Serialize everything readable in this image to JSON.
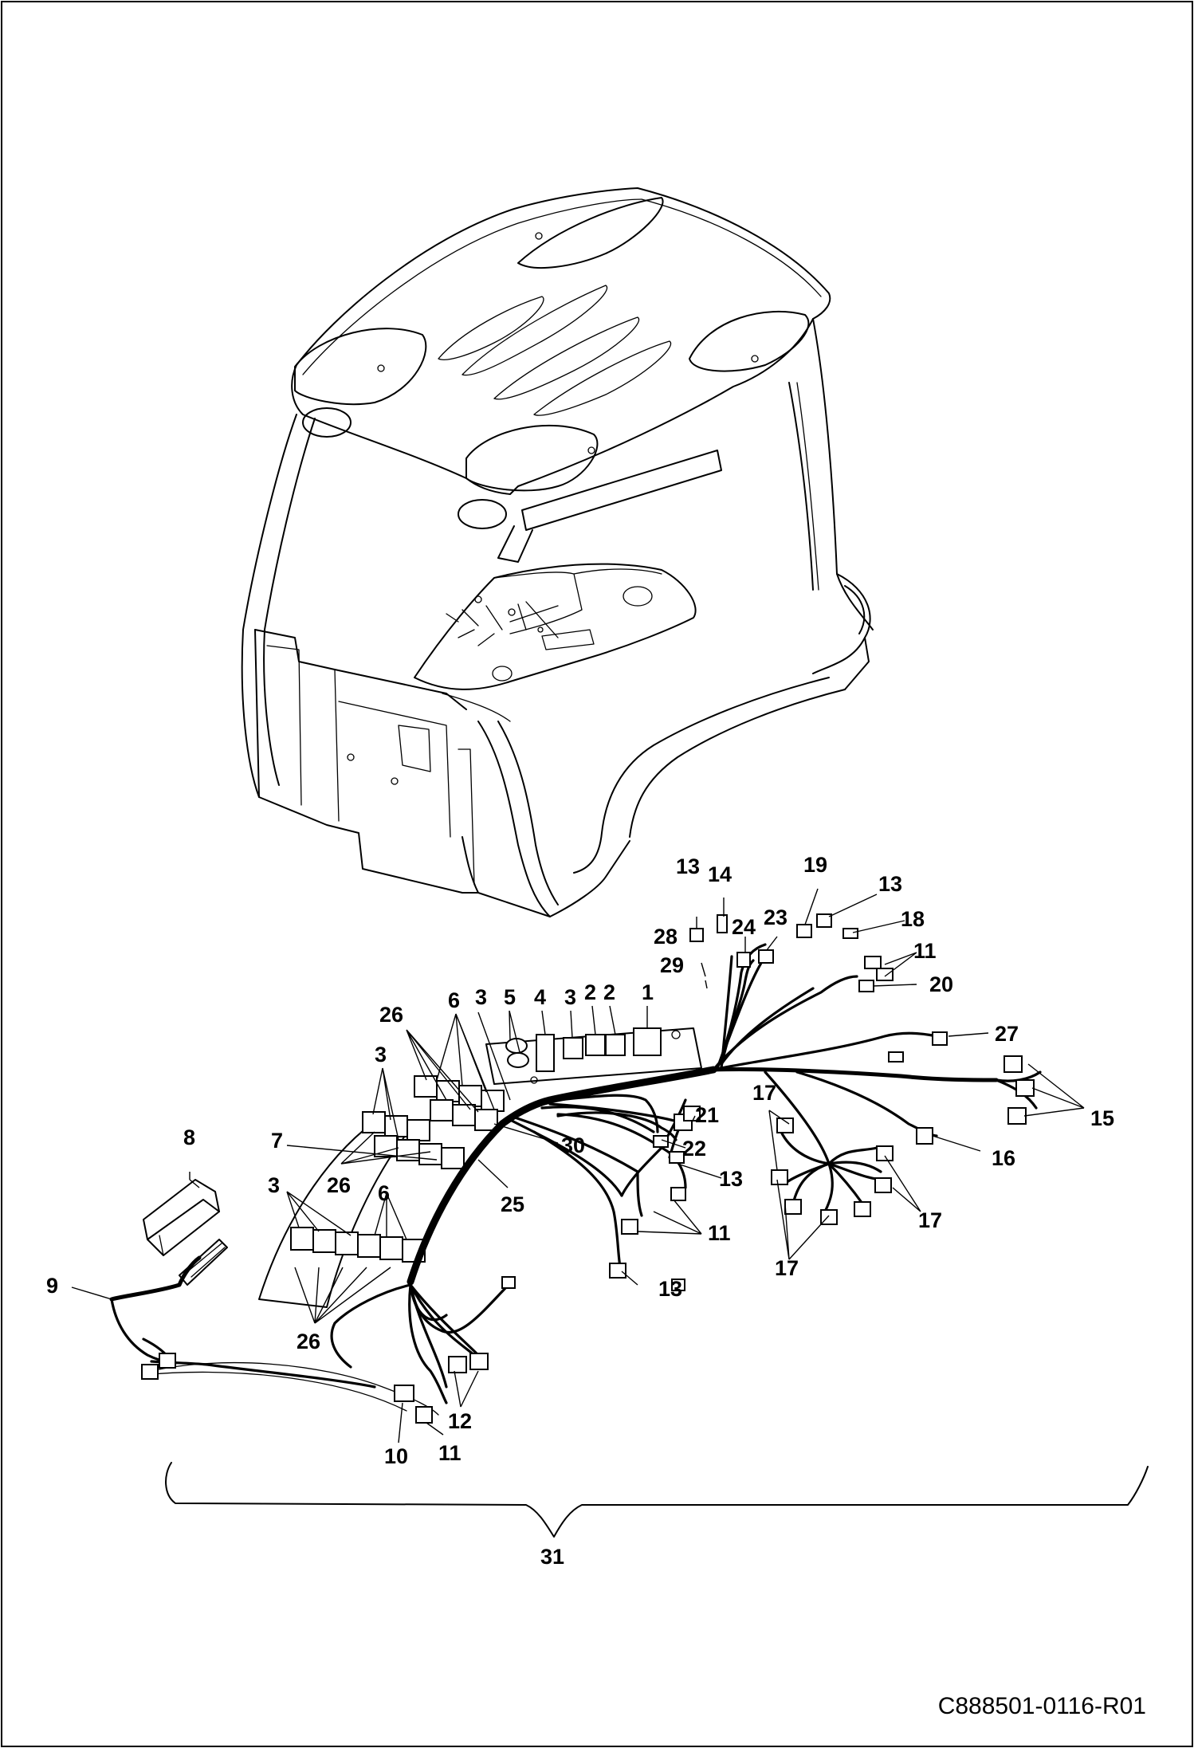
{
  "drawing_id": "C888501-0116-R01",
  "callouts": [
    {
      "id": "c13a",
      "text": "13"
    },
    {
      "id": "c14",
      "text": "14"
    },
    {
      "id": "c19",
      "text": "19"
    },
    {
      "id": "c13b",
      "text": "13"
    },
    {
      "id": "c18",
      "text": "18"
    },
    {
      "id": "c24",
      "text": "24"
    },
    {
      "id": "c23",
      "text": "23"
    },
    {
      "id": "c28",
      "text": "28"
    },
    {
      "id": "c29",
      "text": "29"
    },
    {
      "id": "c11a",
      "text": "11"
    },
    {
      "id": "c20",
      "text": "20"
    },
    {
      "id": "c5",
      "text": "5"
    },
    {
      "id": "c4",
      "text": "4"
    },
    {
      "id": "c3a",
      "text": "3"
    },
    {
      "id": "c2a",
      "text": "2"
    },
    {
      "id": "c2b",
      "text": "2"
    },
    {
      "id": "c1",
      "text": "1"
    },
    {
      "id": "c3b",
      "text": "3"
    },
    {
      "id": "c6a",
      "text": "6"
    },
    {
      "id": "c26a",
      "text": "26"
    },
    {
      "id": "c27",
      "text": "27"
    },
    {
      "id": "c3c",
      "text": "3"
    },
    {
      "id": "c17a",
      "text": "17"
    },
    {
      "id": "c15",
      "text": "15"
    },
    {
      "id": "c21",
      "text": "21"
    },
    {
      "id": "c8",
      "text": "8"
    },
    {
      "id": "c7",
      "text": "7"
    },
    {
      "id": "c30",
      "text": "30"
    },
    {
      "id": "c22",
      "text": "22"
    },
    {
      "id": "c16",
      "text": "16"
    },
    {
      "id": "c3d",
      "text": "3"
    },
    {
      "id": "c26b",
      "text": "26"
    },
    {
      "id": "c6b",
      "text": "6"
    },
    {
      "id": "c13c",
      "text": "13"
    },
    {
      "id": "c25",
      "text": "25"
    },
    {
      "id": "c17b",
      "text": "17"
    },
    {
      "id": "c11b",
      "text": "11"
    },
    {
      "id": "c17c",
      "text": "17"
    },
    {
      "id": "c9",
      "text": "9"
    },
    {
      "id": "c13d",
      "text": "13"
    },
    {
      "id": "c26c",
      "text": "26"
    },
    {
      "id": "c12",
      "text": "12"
    },
    {
      "id": "c10",
      "text": "10"
    },
    {
      "id": "c11c",
      "text": "11"
    },
    {
      "id": "c31",
      "text": "31"
    }
  ]
}
